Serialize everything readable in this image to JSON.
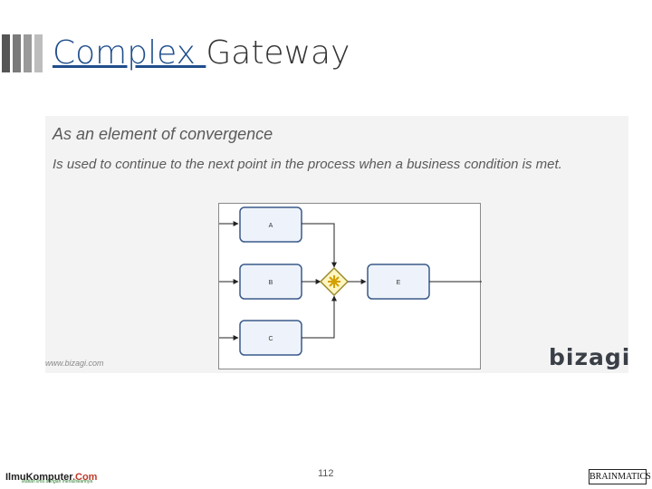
{
  "slide": {
    "title_part1": "Complex ",
    "title_part2": "Gateway",
    "page_number": "112"
  },
  "panel": {
    "heading": "As an element of convergence",
    "description": "Is used to continue to the next point in the process when a business condition is met.",
    "credit": "www.bizagi.com",
    "brand": "bizagi"
  },
  "diagram": {
    "tasks": [
      {
        "label": "A"
      },
      {
        "label": "B"
      },
      {
        "label": "C"
      },
      {
        "label": "E"
      }
    ],
    "gateway": "complex-gateway",
    "colors": {
      "task_fill": "#eef3fb",
      "task_border": "#3a5a8a",
      "gateway_fill": "#fff6c2",
      "gateway_border": "#9a8a2a"
    }
  },
  "footer": {
    "left_logo_main": "IlmuKomputer",
    "left_logo_suffix": ".Com",
    "left_logo_tagline": "Ikatlah ilmu dengan menuliskannya",
    "right_logo": "BRAINMATICS"
  }
}
